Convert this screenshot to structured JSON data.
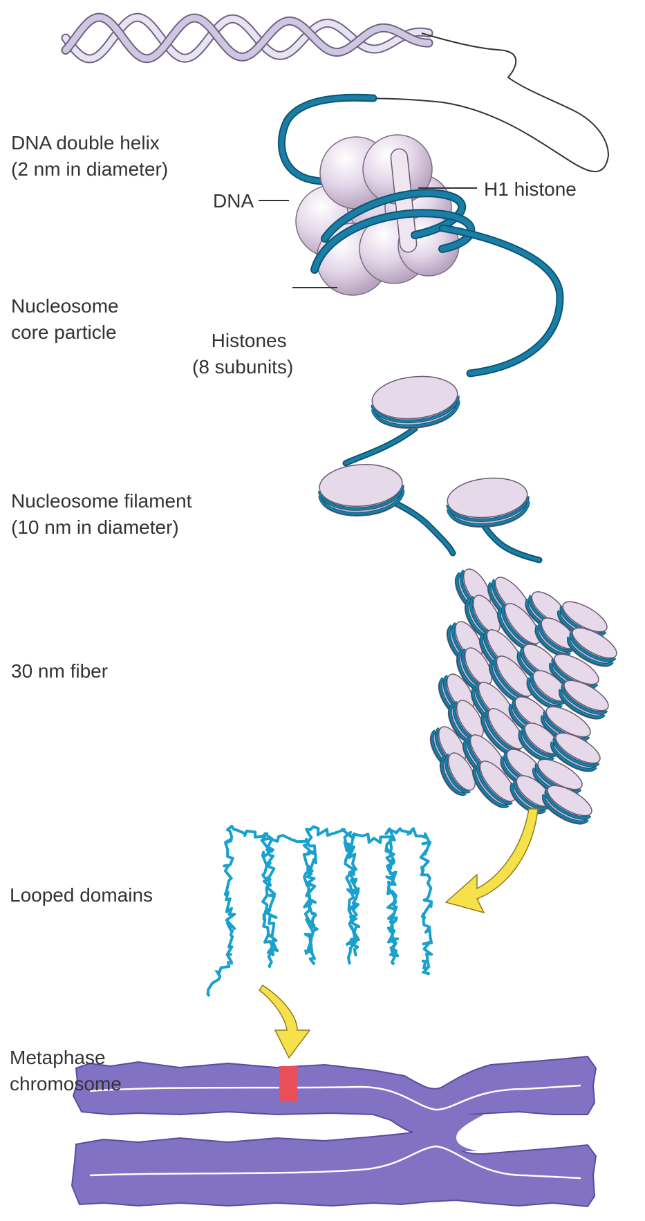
{
  "labels": {
    "dna_helix": [
      "DNA double helix",
      "(2 nm in diameter)"
    ],
    "dna": "DNA",
    "h1_histone": "H1 histone",
    "core_particle": [
      "Nucleosome",
      "core particle"
    ],
    "histones": [
      "Histones",
      "(8 subunits)"
    ],
    "filament": [
      "Nucleosome filament",
      "(10 nm in diameter)"
    ],
    "fiber": "30 nm fiber",
    "looped": "Looped domains",
    "metaphase": [
      "Metaphase",
      "chromosome"
    ]
  },
  "colors": {
    "dna_strand": "#1a7fa6",
    "dna_strand_dark": "#0d5470",
    "histone": "#e6d9ea",
    "histone_shade": "#c9b5d0",
    "histone_edge": "#6a5a70",
    "loop": "#1aa0cc",
    "arrow": "#f6e14a",
    "chromosome": "#8272c4",
    "chromosome_edge": "#5a4ba0",
    "band": "#e84f5a",
    "helix": "#d6cfe6"
  }
}
